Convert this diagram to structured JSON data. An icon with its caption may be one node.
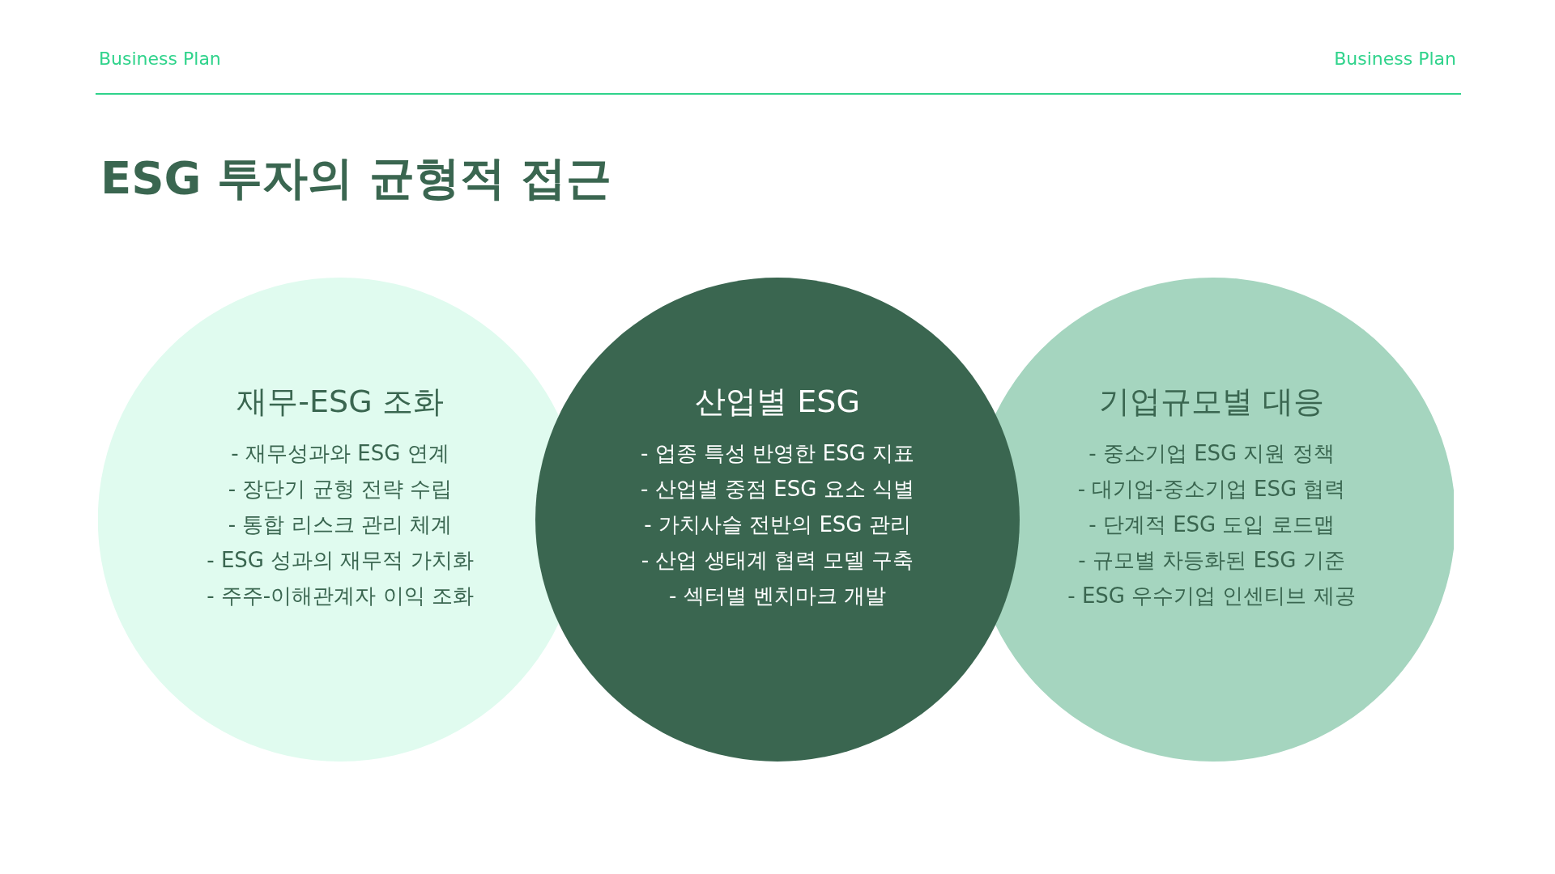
{
  "diagram": {
    "title": "ESG 투자의 균형적 접근",
    "nodes": [
      {
        "text": [
          "재무-ESG 조화",
          "- 재무성과와 ESG 연계",
          "- 장단기 균형 전략 수립",
          "- 통합 리스크 관리 체계",
          "- ESG 성과의 재무적 가치화",
          "- 주주-이해관계자 이익 조화"
        ]
      },
      {
        "text": [
          "산업별 ESG",
          "- 업종 특성 반영한 ESG 지표",
          "- 산업별 중점 ESG 요소 식별",
          "- 가치사슬 전반의 ESG 관리",
          "- 산업 생태계 협력 모델 구축",
          "- 섹터별 벤치마크 개발"
        ]
      },
      {
        "text": [
          "기업규모별 대응",
          "- 중소기업 ESG 지원 정책",
          "- 대기업-중소기업 ESG 협력",
          "- 단계적 ESG 도입 로드맵",
          "- 규모별 차등화된 ESG 기준",
          "- ESG 우수기업 인센티브 제공"
        ]
      }
    ],
    "edges": [],
    "labels": [
      "Business Plan",
      "Business Plan"
    ]
  }
}
